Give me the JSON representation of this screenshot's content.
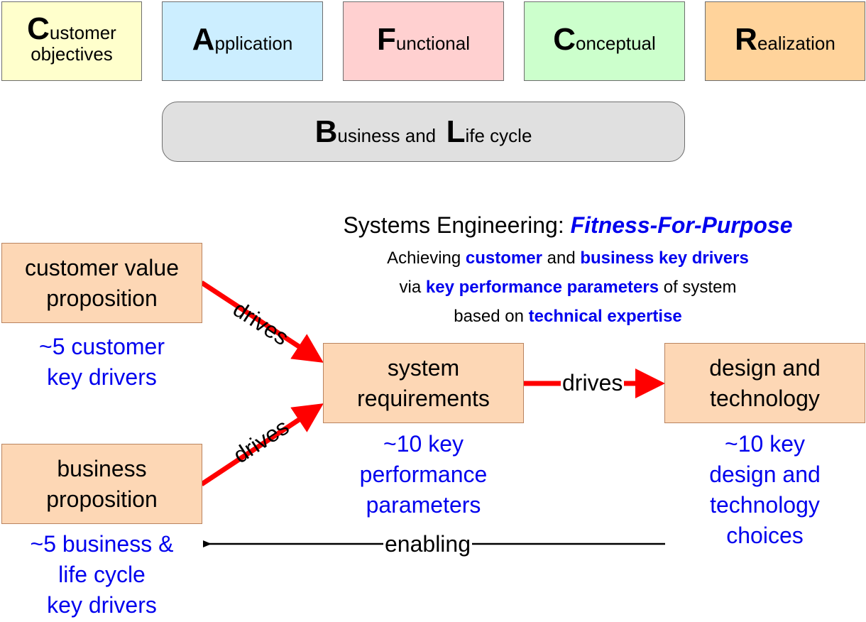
{
  "header": {
    "customer": {
      "initial": "C",
      "line1": "ustomer",
      "line2": "objectives",
      "color": "#ffffcc"
    },
    "application": {
      "initial": "A",
      "rest": "pplication",
      "color": "#cceeff"
    },
    "functional": {
      "initial": "F",
      "rest": "unctional",
      "color": "#ffd0d0"
    },
    "conceptual": {
      "initial": "C",
      "rest": "onceptual",
      "color": "#ccffcc"
    },
    "realization": {
      "initial": "R",
      "rest": "ealization",
      "color": "#ffd39b"
    },
    "business_lifecycle": {
      "b_initial": "B",
      "b_rest": "usiness and",
      "l_initial": "L",
      "l_rest": "ife cycle"
    }
  },
  "title": {
    "prefix": "Systems Engineering:",
    "emphasis": "Fitness-For-Purpose",
    "line1": {
      "a": "Achieving",
      "b": "customer",
      "c": "and",
      "d": "business key drivers"
    },
    "line2": {
      "a": "via",
      "b": "key performance parameters",
      "c": "of system"
    },
    "line3": {
      "a": "based on",
      "b": "technical expertise"
    }
  },
  "nodes": {
    "customer_value": {
      "line1": "customer value",
      "line2": "proposition",
      "note1": "~5 customer",
      "note2": "key drivers"
    },
    "business": {
      "line1": "business",
      "line2": "proposition",
      "note1": "~5 business &",
      "note2": "life cycle",
      "note3": "key drivers"
    },
    "system": {
      "line1": "system",
      "line2": "requirements",
      "note1": "~10 key",
      "note2": "performance",
      "note3": "parameters"
    },
    "design": {
      "line1": "design and",
      "line2": "technology",
      "note1": "~10 key",
      "note2": "design and",
      "note3": "technology",
      "note4": "choices"
    }
  },
  "edges": {
    "drives_top": "drives",
    "drives_bottom": "drives",
    "drives_right": "drives",
    "enabling": "enabling"
  },
  "colors": {
    "arrow": "#ff0000",
    "node_fill": "#fdd7b5",
    "accent": "#0000ee"
  }
}
